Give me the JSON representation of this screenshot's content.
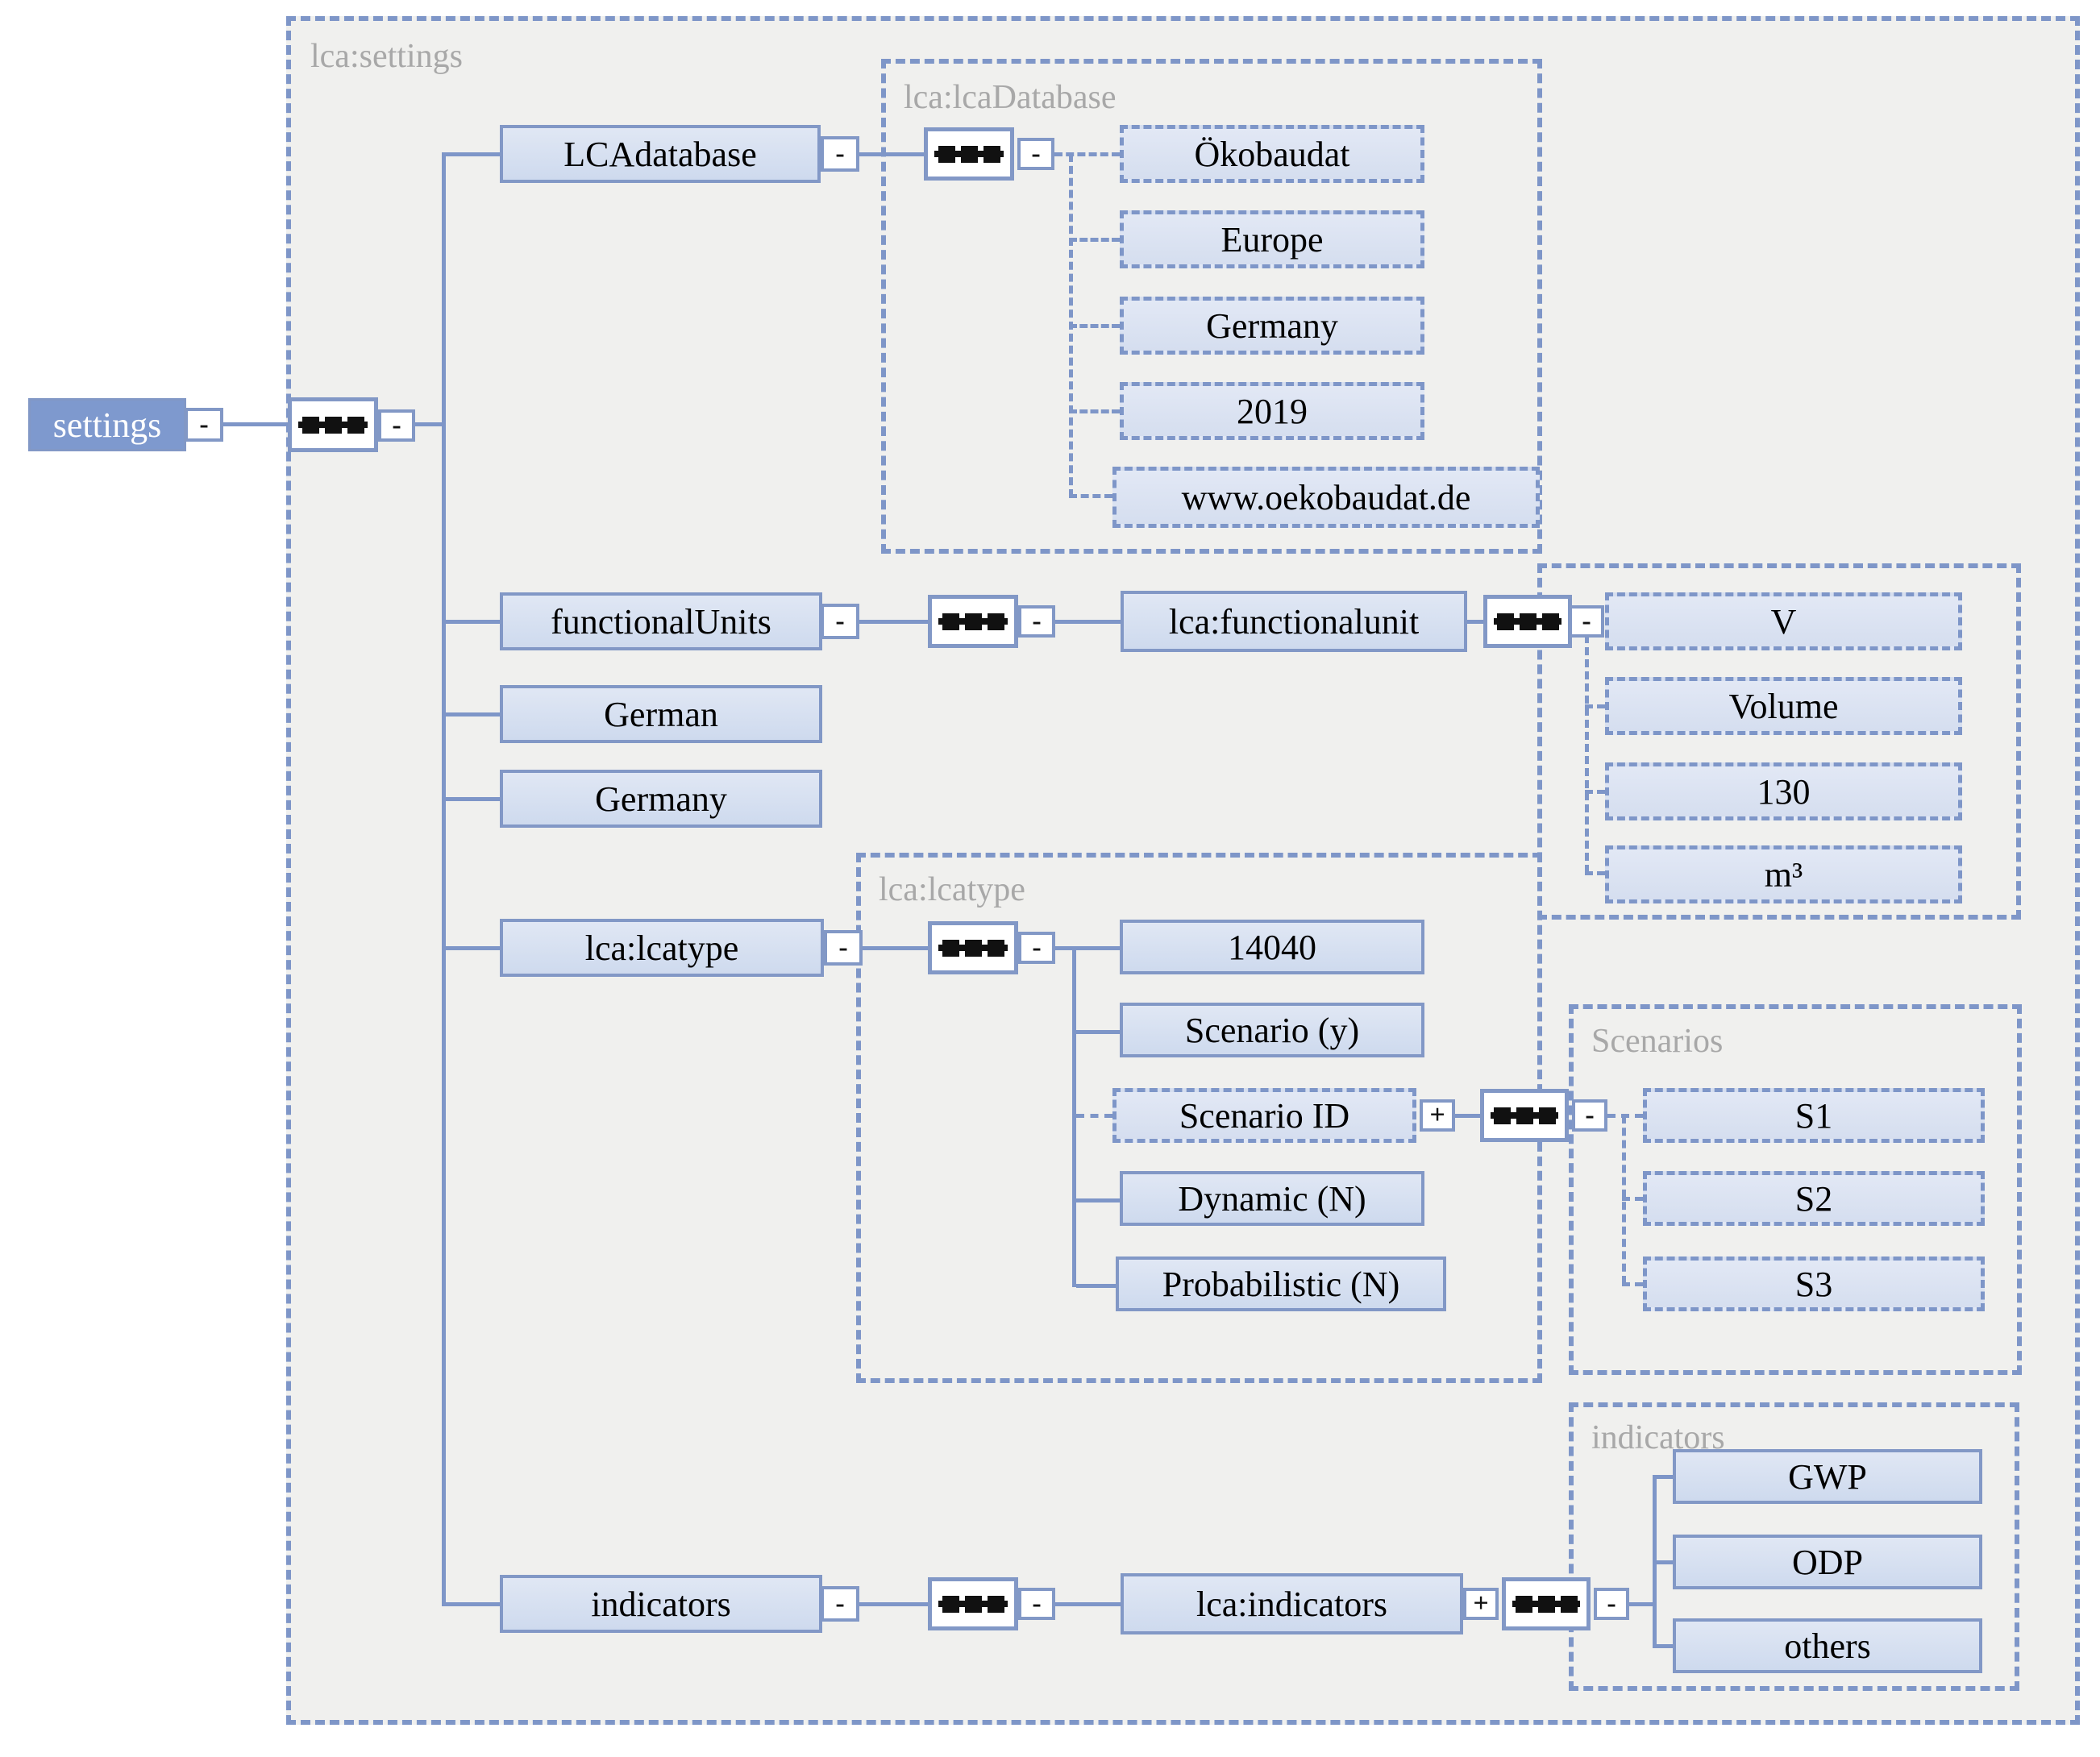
{
  "root": {
    "label": "settings"
  },
  "symbols": {
    "collapse": "-",
    "expand": "+"
  },
  "containers": {
    "settings": "lca:settings",
    "lcadatabase": "lca:lcaDatabase",
    "lcatype": "lca:lcatype",
    "scenarios": "Scenarios",
    "indicators": "indicators"
  },
  "elements": {
    "lcadatabase": "LCAdatabase",
    "functional_units": "functionalUnits",
    "german": "German",
    "germany": "Germany",
    "lcatype": "lca:lcatype",
    "indicators": "indicators",
    "lca_functionalunit": "lca:functionalunit",
    "lca_indicators": "lca:indicators"
  },
  "values": {
    "database": [
      "Ökobaudat",
      "Europe",
      "Germany",
      "2019",
      "www.oekobaudat.de"
    ],
    "functionalunit": [
      "V",
      "Volume",
      "130",
      "m³"
    ],
    "lcatype": [
      "14040",
      "Scenario (y)",
      "Scenario ID",
      "Dynamic (N)",
      "Probabilistic (N)"
    ],
    "scenarios": [
      "S1",
      "S2",
      "S3"
    ],
    "indicators": [
      "GWP",
      "ODP",
      "others"
    ]
  },
  "colors": {
    "line": "#7E96C8",
    "box_border": "#8298C6",
    "box_fill": "#D5DEEF",
    "root_fill": "#7E99CE",
    "container_fill": "#F0F0EE",
    "label_gray": "#A8A8A8"
  }
}
